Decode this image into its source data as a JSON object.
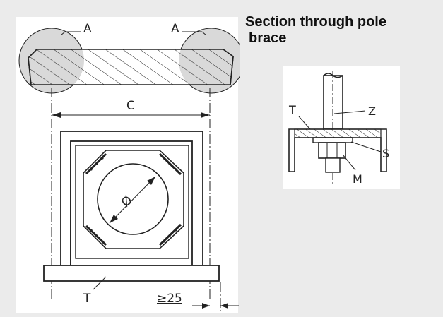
{
  "section": {
    "title_line1": "Section through pole",
    "title_line2": "brace"
  },
  "main_drawing": {
    "label_a_left": "A",
    "label_a_right": "A",
    "label_c": "C",
    "label_diameter": "Ø",
    "label_t": "T",
    "label_min_gap": "≥25"
  },
  "section_drawing": {
    "label_t": "T",
    "label_z": "Z",
    "label_s": "S",
    "label_m": "M"
  }
}
